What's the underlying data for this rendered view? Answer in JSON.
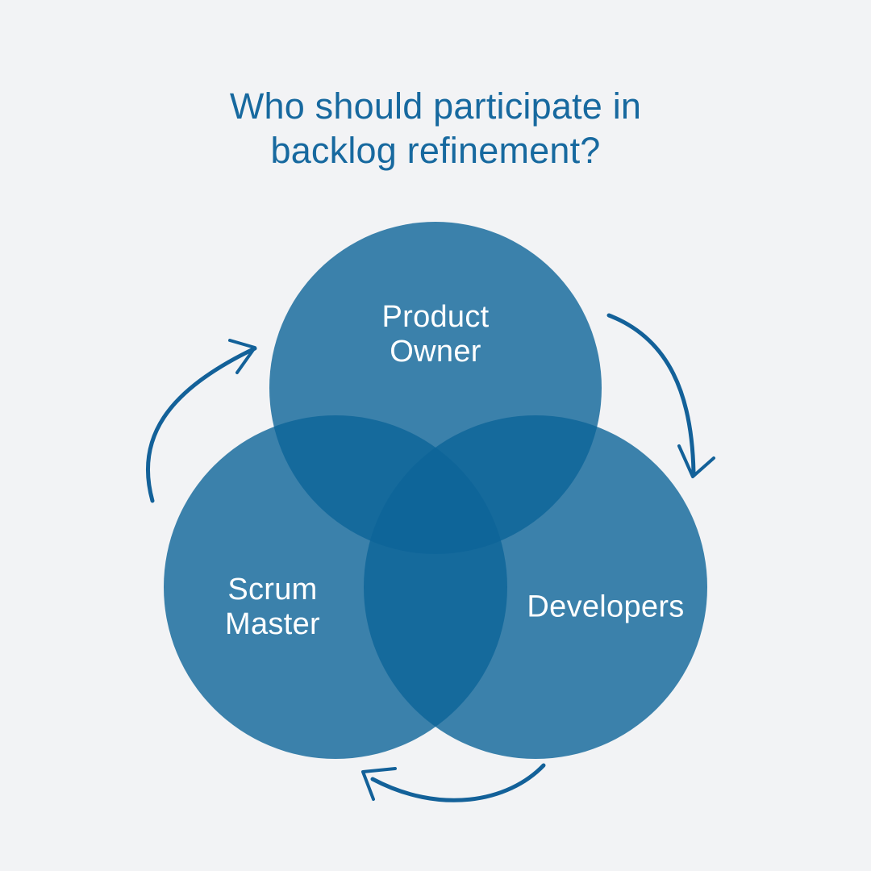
{
  "title": {
    "line1": "Who should participate in",
    "line2": "backlog refinement?"
  },
  "diagram": {
    "type": "venn",
    "sets": [
      {
        "name": "Product Owner",
        "label_lines": [
          "Product",
          "Owner"
        ]
      },
      {
        "name": "Scrum Master",
        "label_lines": [
          "Scrum",
          "Master"
        ]
      },
      {
        "name": "Developers",
        "label_lines": [
          "Developers",
          ""
        ]
      }
    ]
  },
  "icons": [
    {
      "name": "cycle-arrow-left-icon",
      "meaning": "curved arrow pointing up toward Product Owner"
    },
    {
      "name": "cycle-arrow-right-icon",
      "meaning": "curved arrow pointing down toward Developers"
    },
    {
      "name": "cycle-arrow-bottom-icon",
      "meaning": "curved arrow pointing left toward Scrum Master"
    }
  ],
  "colors": {
    "background": "#F2F3F5",
    "title_text": "#17699F",
    "circle_fill": "rgba(13,100,153,0.8)",
    "circle_single_appearance": "#3B81AB",
    "circle_overlap2_appearance": "#166A9D",
    "circle_overlap3_appearance": "#0F669A",
    "label_text": "#FFFFFF",
    "arrow_stroke": "#136199"
  }
}
